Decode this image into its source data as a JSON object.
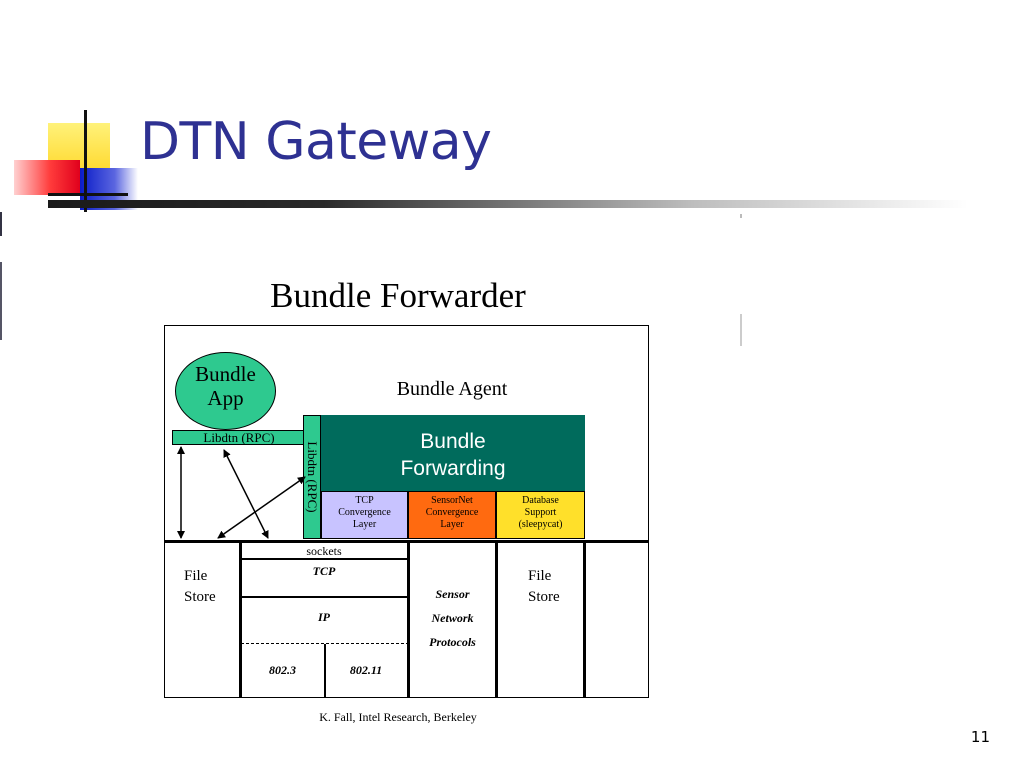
{
  "slide": {
    "title": "DTN Gateway",
    "page_number": "11"
  },
  "diagram": {
    "heading": "Bundle Forwarder",
    "bundle_app": {
      "line1": "Bundle",
      "line2": "App"
    },
    "libdtn_horizontal": "Libdtn (RPC)",
    "libdtn_vertical": "Libdtn (RPC)",
    "bundle_agent": "Bundle Agent",
    "bundle_forwarding": {
      "line1": "Bundle",
      "line2": "Forwarding"
    },
    "convergence_layers": [
      {
        "line1": "TCP",
        "line2": "Convergence",
        "line3": "Layer",
        "color": "#c8c3ff"
      },
      {
        "line1": "SensorNet",
        "line2": "Convergence",
        "line3": "Layer",
        "color": "#ff6a10"
      },
      {
        "line1": "Database",
        "line2": "Support",
        "line3": "(sleepycat)",
        "color": "#ffe02a"
      }
    ],
    "left_file_store": {
      "line1": "File",
      "line2": "Store"
    },
    "stack": {
      "sockets": "sockets",
      "tcp": "TCP",
      "ip": "IP",
      "link1": "802.3",
      "link2": "802.11"
    },
    "sensor_protocols": {
      "line1": "Sensor",
      "line2": "Network",
      "line3": "Protocols"
    },
    "right_file_store": {
      "line1": "File",
      "line2": "Store"
    },
    "credit": "K. Fall, Intel Research, Berkeley",
    "colors": {
      "title": "#2e3192",
      "app_green": "#2ec98f",
      "forwarding_teal": "#006b5c"
    }
  }
}
